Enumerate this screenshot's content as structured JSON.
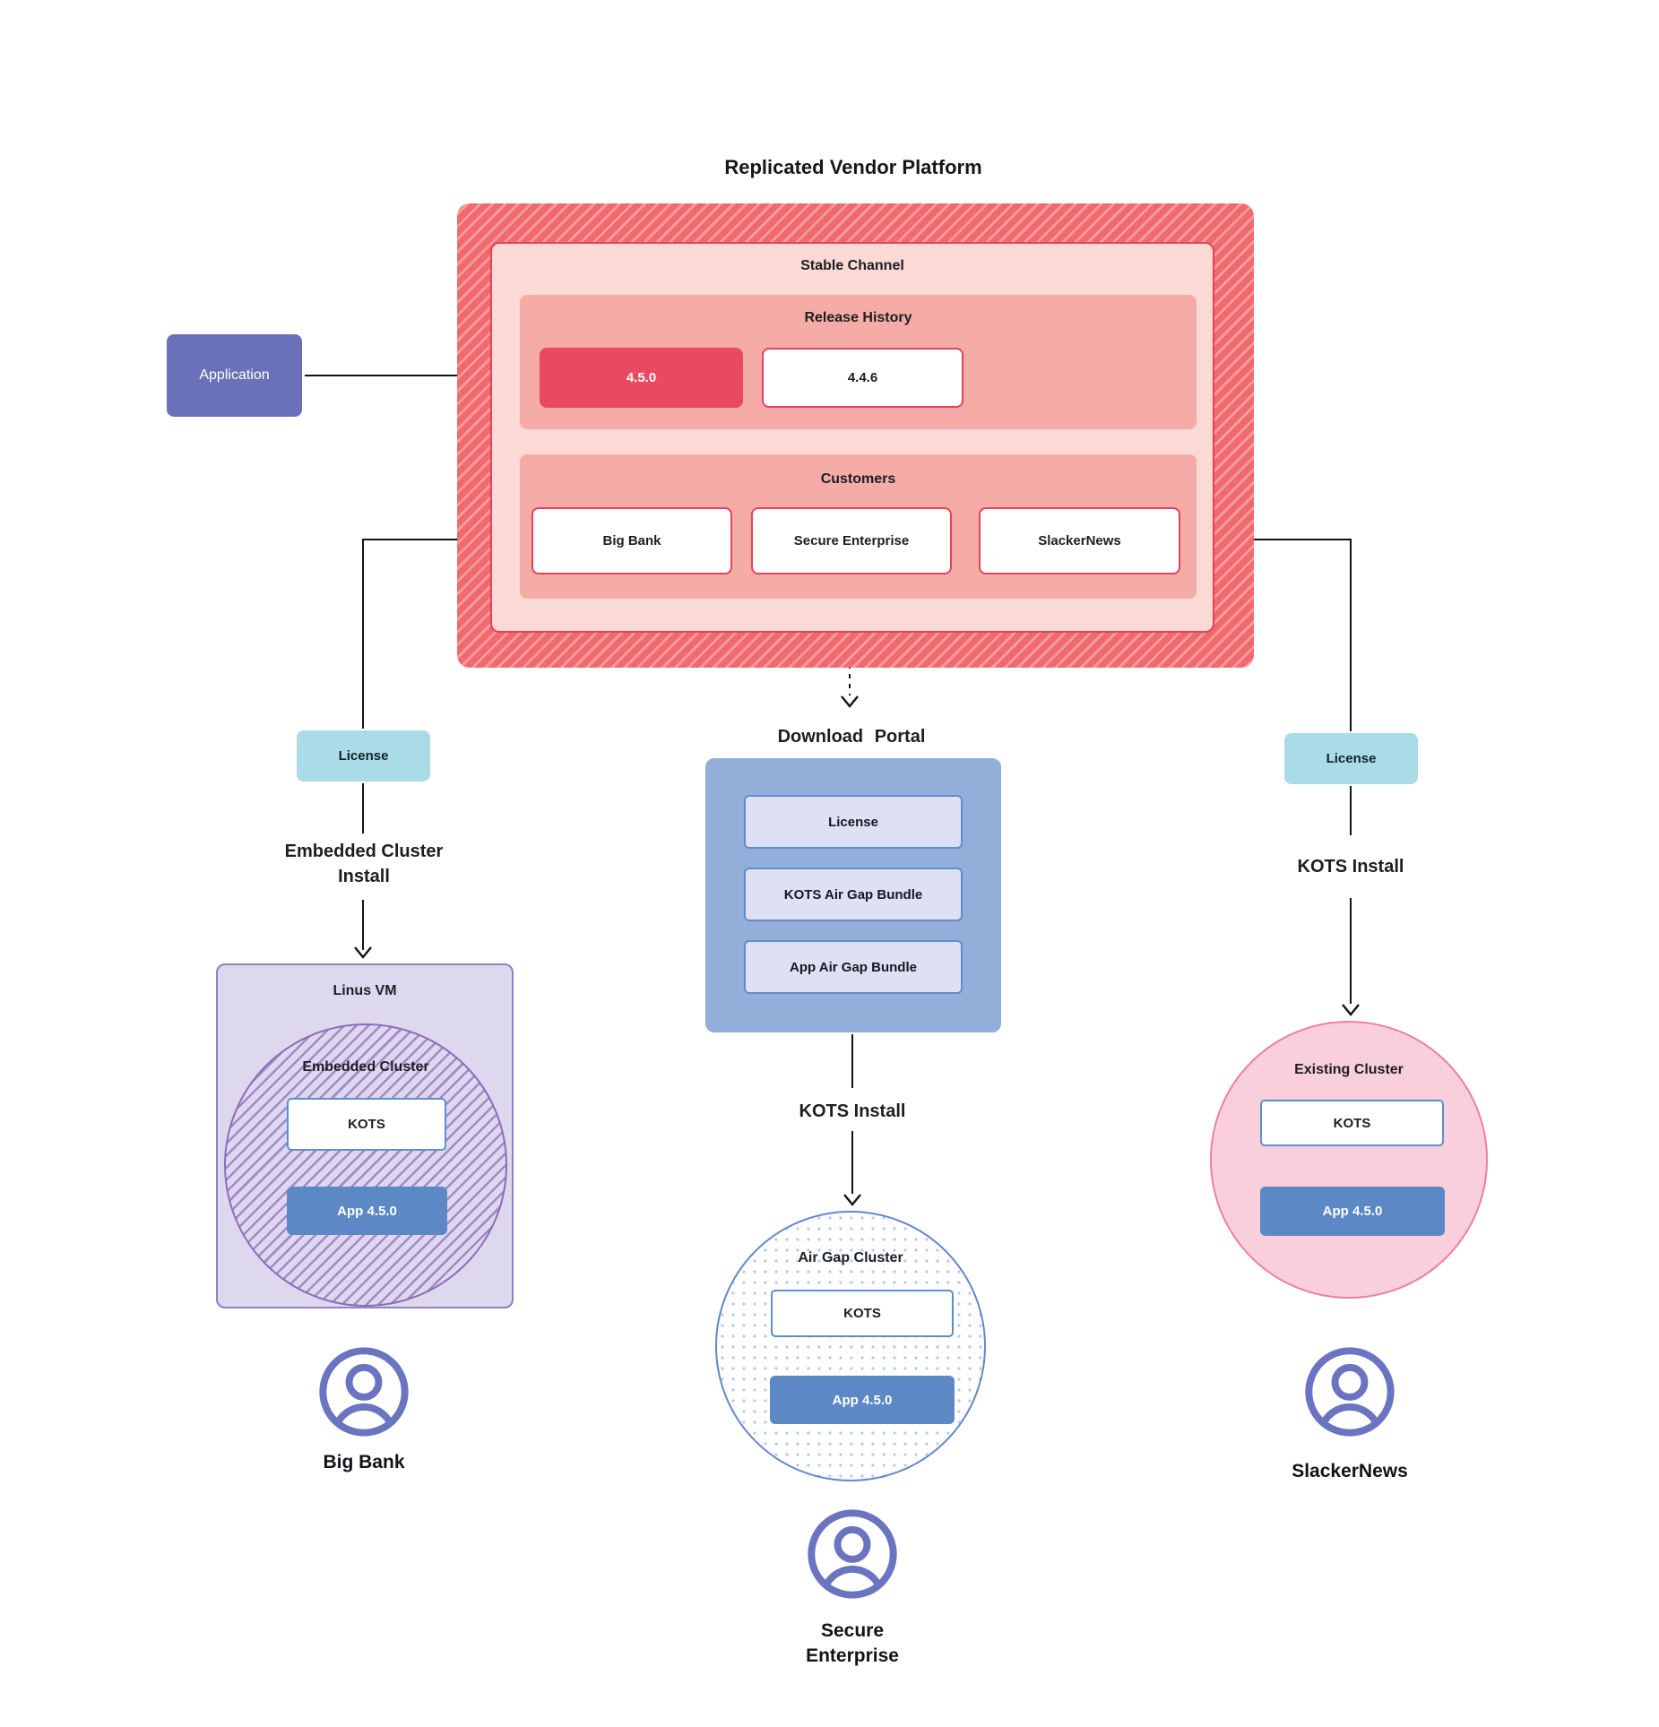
{
  "title": "Replicated Vendor Platform",
  "platform": {
    "stable_channel_label": "Stable Channel",
    "release_history": {
      "label": "Release History",
      "releases": [
        {
          "version": "4.5.0",
          "state": "current"
        },
        {
          "version": "4.4.6",
          "state": "previous"
        }
      ]
    },
    "customers": {
      "label": "Customers",
      "items": [
        {
          "name": "Big Bank"
        },
        {
          "name": "Secure Enterprise"
        },
        {
          "name": "SlackerNews"
        }
      ]
    }
  },
  "application_label": "Application",
  "download_portal": {
    "label": "Download Portal",
    "items": [
      {
        "name": "License"
      },
      {
        "name": "KOTS Air Gap Bundle"
      },
      {
        "name": "App Air Gap Bundle"
      }
    ]
  },
  "flows": {
    "left": {
      "license": "License",
      "install": "Embedded Cluster\nInstall"
    },
    "center": {
      "install": "KOTS Install"
    },
    "right": {
      "license": "License",
      "install": "KOTS Install"
    }
  },
  "clusters": {
    "embedded": {
      "host_label": "Linus VM",
      "label": "Embedded Cluster",
      "kots": "KOTS",
      "app": "App 4.5.0"
    },
    "airgap": {
      "label": "Air Gap Cluster",
      "kots": "KOTS",
      "app": "App 4.5.0"
    },
    "existing": {
      "label": "Existing Cluster",
      "kots": "KOTS",
      "app": "App 4.5.0"
    }
  },
  "users": {
    "left": "Big Bank",
    "center": "Secure\nEnterprise",
    "right": "SlackerNews"
  },
  "colors": {
    "hatch_red": "#f0696e",
    "hatch_red_stripe": "#f79a9c",
    "stable_fill": "#fbdad6",
    "red_border": "#e8415a",
    "salmon": "#f5aca6",
    "release_current_fill": "#ea4a5f",
    "application_purple": "#6a71b9",
    "license_teal": "#a9dce7",
    "portal_blue": "#92aed9",
    "portal_item_fill": "#dde1f3",
    "portal_item_border": "#5f8cd0",
    "vm_fill": "#ded8ee",
    "vm_border": "#9181c1",
    "embedded_circle_purple": "#8c6cb8",
    "kots_border": "#5b8fd0",
    "app_blue": "#5d88c6",
    "existing_fill": "#f9cfdb",
    "existing_border": "#ee7fa2",
    "airgap_border": "#6188cc",
    "airgap_dot": "#b8cceb",
    "user_icon_purple": "#6b74c0",
    "connector_black": "#141414"
  }
}
